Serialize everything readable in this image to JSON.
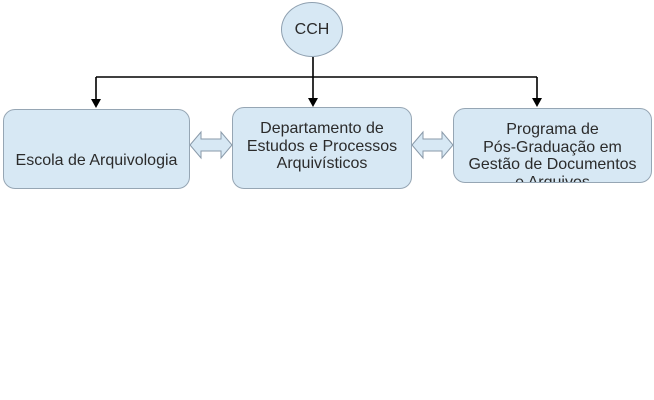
{
  "diagram": {
    "root_node": {
      "label": "CCH"
    },
    "boxes": [
      {
        "id": "escola-de-arquivologia",
        "lines": [
          "Escola de Arquivologia"
        ]
      },
      {
        "id": "departamento-estudos-processos-arquivisticos",
        "lines": [
          "Departamento de",
          "Estudos e Processos",
          "Arquivísticos"
        ]
      },
      {
        "id": "programa-pos-graduacao-gestao-documentos",
        "lines": [
          "Programa de",
          "Pós-Graduação em",
          "Gestão de Documentos",
          "e Arquivos"
        ]
      }
    ],
    "relations": {
      "hierarchy": "CCH supervises the three units (downward arrows)",
      "peer_links": "double-headed arrows between adjacent boxes"
    },
    "colors": {
      "node_fill": "#d7e8f4",
      "node_border": "#96a6b4",
      "connector_line": "#000000",
      "text": "#2b2b2b"
    }
  }
}
